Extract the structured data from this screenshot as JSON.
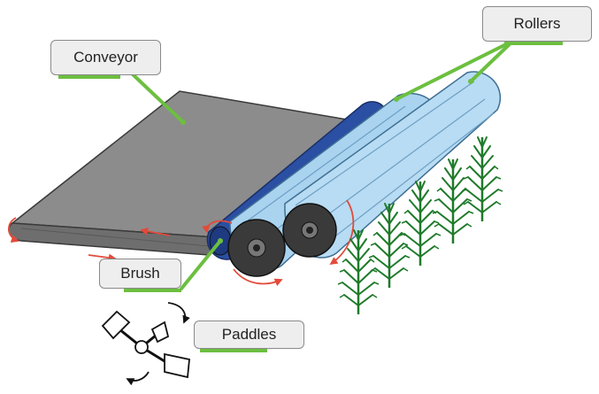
{
  "labels": {
    "conveyor": "Conveyor",
    "rollers": "Rollers",
    "brush": "Brush",
    "paddles": "Paddles"
  },
  "colors": {
    "leader": "#6cbf3f",
    "belt": "#8c8c8c",
    "brush_roller": "#2a4fa3",
    "rollers": "#a9d3ef",
    "hub": "#3a3a3a",
    "arrows": "#e34a3a",
    "plants": "#1f7a2a"
  },
  "icons": [
    "rotation-arrow-icon",
    "plant-icon",
    "paddle-icon"
  ]
}
